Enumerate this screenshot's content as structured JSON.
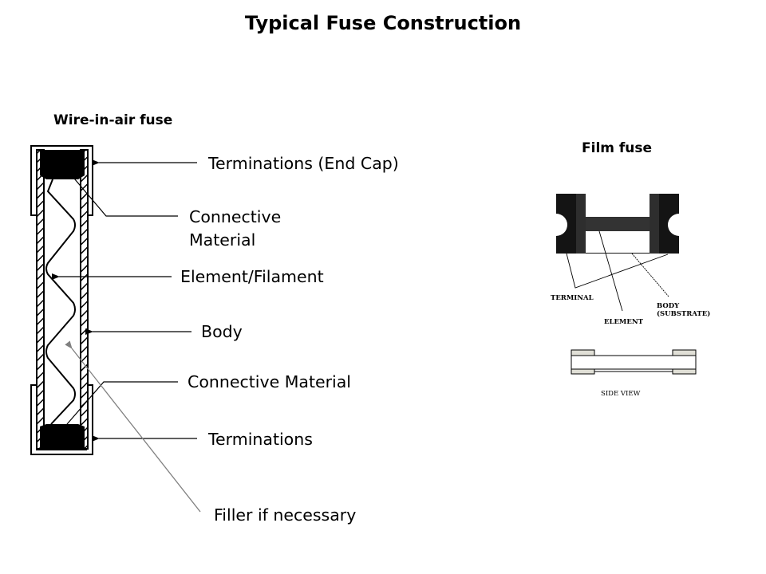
{
  "title": "Typical Fuse Construction",
  "wire_in_air": {
    "heading": "Wire-in-air fuse",
    "labels": {
      "terminations_end_cap": "Terminations (End Cap)",
      "connective_material_top_line1": "Connective",
      "connective_material_top_line2": "Material",
      "element_filament": "Element/Filament",
      "body": "Body",
      "connective_material_bottom": "Connective Material",
      "terminations": "Terminations",
      "filler": "Filler if necessary"
    }
  },
  "film_fuse": {
    "heading": "Film fuse",
    "labels": {
      "terminal": "TERMINAL",
      "element": "ELEMENT",
      "body_line1": "BODY",
      "body_line2": "(SUBSTRATE)",
      "side_view": "SIDE VIEW"
    }
  },
  "colors": {
    "ink": "#000000",
    "leader_gray": "#808080",
    "side_view_cap": "#e0dfd6"
  }
}
